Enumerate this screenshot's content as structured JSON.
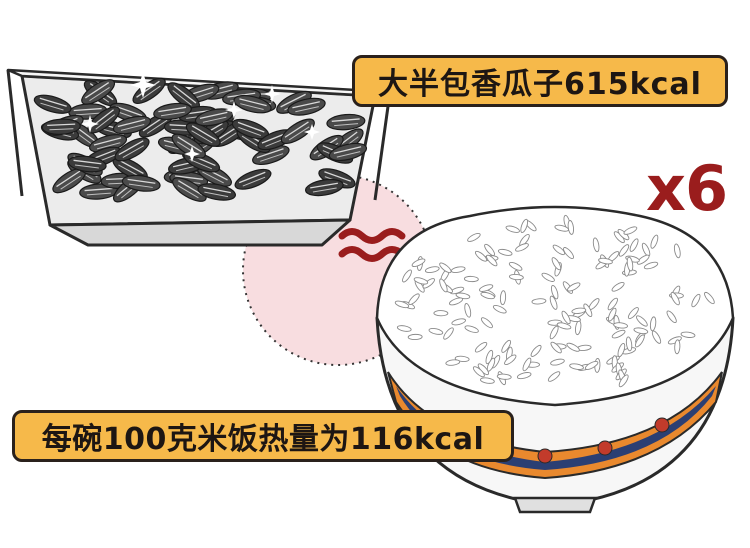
{
  "labels": {
    "sunflower_seeds": "大半包香瓜子615kcal",
    "rice_bowl": "每碗100克米饭热量为116kcal"
  },
  "multiplier": "x6",
  "icons": {
    "seed_dish": "dish-of-sunflower-seeds",
    "rice_bowl": "bowl-of-rice",
    "approx": "approximately-equal-sign"
  },
  "colors": {
    "label_fill": "#f6b94a",
    "accent_red": "#9a1d1d",
    "circle_pink": "#f8dde0",
    "bowl_band_orange": "#e9892e",
    "bowl_band_navy": "#2b3f73"
  }
}
